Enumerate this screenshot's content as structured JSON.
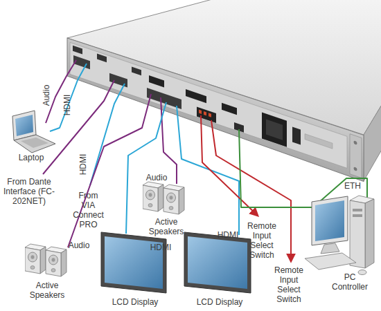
{
  "diagram": {
    "nodes": [
      {
        "text": [
          "Laptop"
        ]
      },
      {
        "text": [
          "Active Speakers"
        ]
      },
      {
        "text": [
          "PC Controller"
        ]
      },
      {
        "text": [
          "Active Speakers"
        ]
      },
      {
        "text": [
          "LCD Display"
        ]
      },
      {
        "text": [
          "LCD Display"
        ]
      }
    ],
    "labels": [
      "Audio",
      "HDMI",
      "HDMI",
      "From Dante Interface (FC-202NET)",
      "Audio",
      "ETH",
      "From VIA Connect PRO",
      "Remote Input Select Switch",
      "HDMI",
      "Audio",
      "HDMI",
      "Remote Input Select Switch"
    ]
  }
}
